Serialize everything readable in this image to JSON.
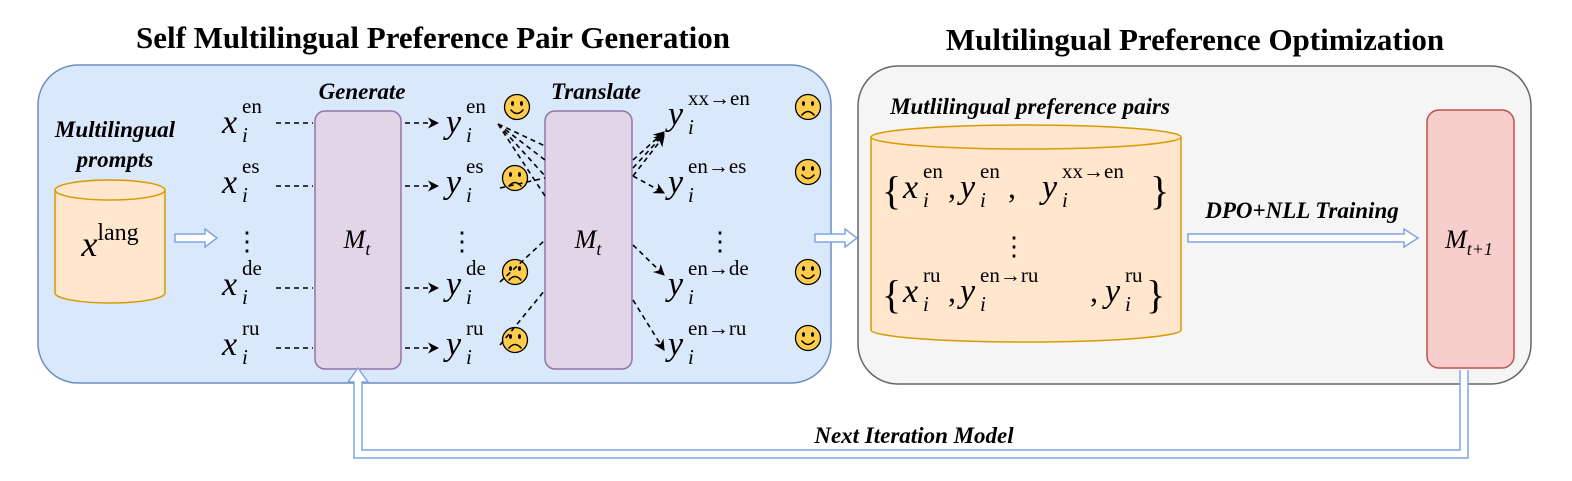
{
  "titles": {
    "left": "Self Multilingual Preference Pair Generation",
    "right": "Multilingual Preference Optimization"
  },
  "labels": {
    "multilingual_prompts_line1": "Multilingual",
    "multilingual_prompts_line2": "prompts",
    "generate": "Generate",
    "translate": "Translate",
    "pairs": "Mutlilingual preference pairs",
    "training": "DPO+NLL Training",
    "next_iteration": "Next Iteration Model"
  },
  "models": {
    "mt_base": "M",
    "mt_sub": "t",
    "mt1_sub": "t+1"
  },
  "prompt_db": {
    "var": "x",
    "sup": "lang"
  },
  "x_vars": [
    {
      "base": "x",
      "sup": "en",
      "sub": "i"
    },
    {
      "base": "x",
      "sup": "es",
      "sub": "i"
    },
    {
      "base": "x",
      "sup": "de",
      "sub": "i"
    },
    {
      "base": "x",
      "sup": "ru",
      "sub": "i"
    }
  ],
  "y_vars": [
    {
      "base": "y",
      "sup": "en",
      "sub": "i",
      "face": "happy"
    },
    {
      "base": "y",
      "sup": "es",
      "sub": "i",
      "face": "sad"
    },
    {
      "base": "y",
      "sup": "de",
      "sub": "i",
      "face": "sad"
    },
    {
      "base": "y",
      "sup": "ru",
      "sub": "i",
      "face": "sad"
    }
  ],
  "t_vars": [
    {
      "base": "y",
      "sup": "xx→en",
      "sub": "i",
      "face": "sad"
    },
    {
      "base": "y",
      "sup": "en→es",
      "sub": "i",
      "face": "happy"
    },
    {
      "base": "y",
      "sup": "en→de",
      "sub": "i",
      "face": "happy"
    },
    {
      "base": "y",
      "sup": "en→ru",
      "sub": "i",
      "face": "happy"
    }
  ],
  "ellipsis": "⋮",
  "pairs": {
    "open": "{",
    "close": "}",
    "comma": ",",
    "row1": [
      {
        "base": "x",
        "sup": "en",
        "sub": "i"
      },
      {
        "base": "y",
        "sup": "en",
        "sub": "i"
      },
      {
        "base": "y",
        "sup": "xx→en",
        "sub": "i"
      }
    ],
    "row2": [
      {
        "base": "x",
        "sup": "ru",
        "sub": "i"
      },
      {
        "base": "y",
        "sup": "en→ru",
        "sub": "i"
      },
      {
        "base": "y",
        "sup": "ru",
        "sub": "i"
      }
    ]
  },
  "colors": {
    "left_panel": "#dae8fc",
    "left_panel_border": "#6c8ebf",
    "right_panel": "#f5f5f5",
    "right_panel_border": "#666666",
    "cylinder": "#ffe6cc",
    "cylinder_border": "#d79b00",
    "model_box": "#e1d5e7",
    "model_box_border": "#9673a6",
    "model_next": "#f8cecc",
    "model_next_border": "#b85450",
    "arrow_blue": "#7ea6e0",
    "emoji": "#ffcc4d"
  },
  "icons": {
    "happy": "smiling-face-icon",
    "sad": "frowning-face-icon"
  }
}
